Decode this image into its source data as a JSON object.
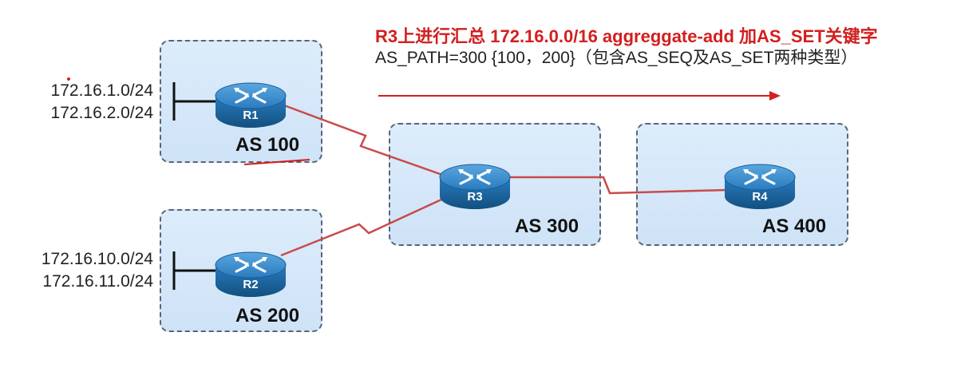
{
  "header": {
    "line1": "R3上进行汇总 172.16.0.0/16 aggreggate-add 加AS_SET关键字",
    "line2": "AS_PATH=300 {100，200}（包含AS_SEQ及AS_SET两种类型）"
  },
  "as_boxes": {
    "as100": "AS 100",
    "as200": "AS 200",
    "as300": "AS 300",
    "as400": "AS 400"
  },
  "routers": {
    "r1": "R1",
    "r2": "R2",
    "r3": "R3",
    "r4": "R4"
  },
  "networks": {
    "r1_prefix1": "172.16.1.0/24",
    "r1_prefix2": "172.16.2.0/24",
    "r2_prefix1": "172.16.10.0/24",
    "r2_prefix2": "172.16.11.0/24"
  },
  "colors": {
    "accent_red": "#d21f1f",
    "link_red": "#c94a4a",
    "as_fill": "#d6e8fa",
    "router_blue": "#1d6fb0"
  }
}
